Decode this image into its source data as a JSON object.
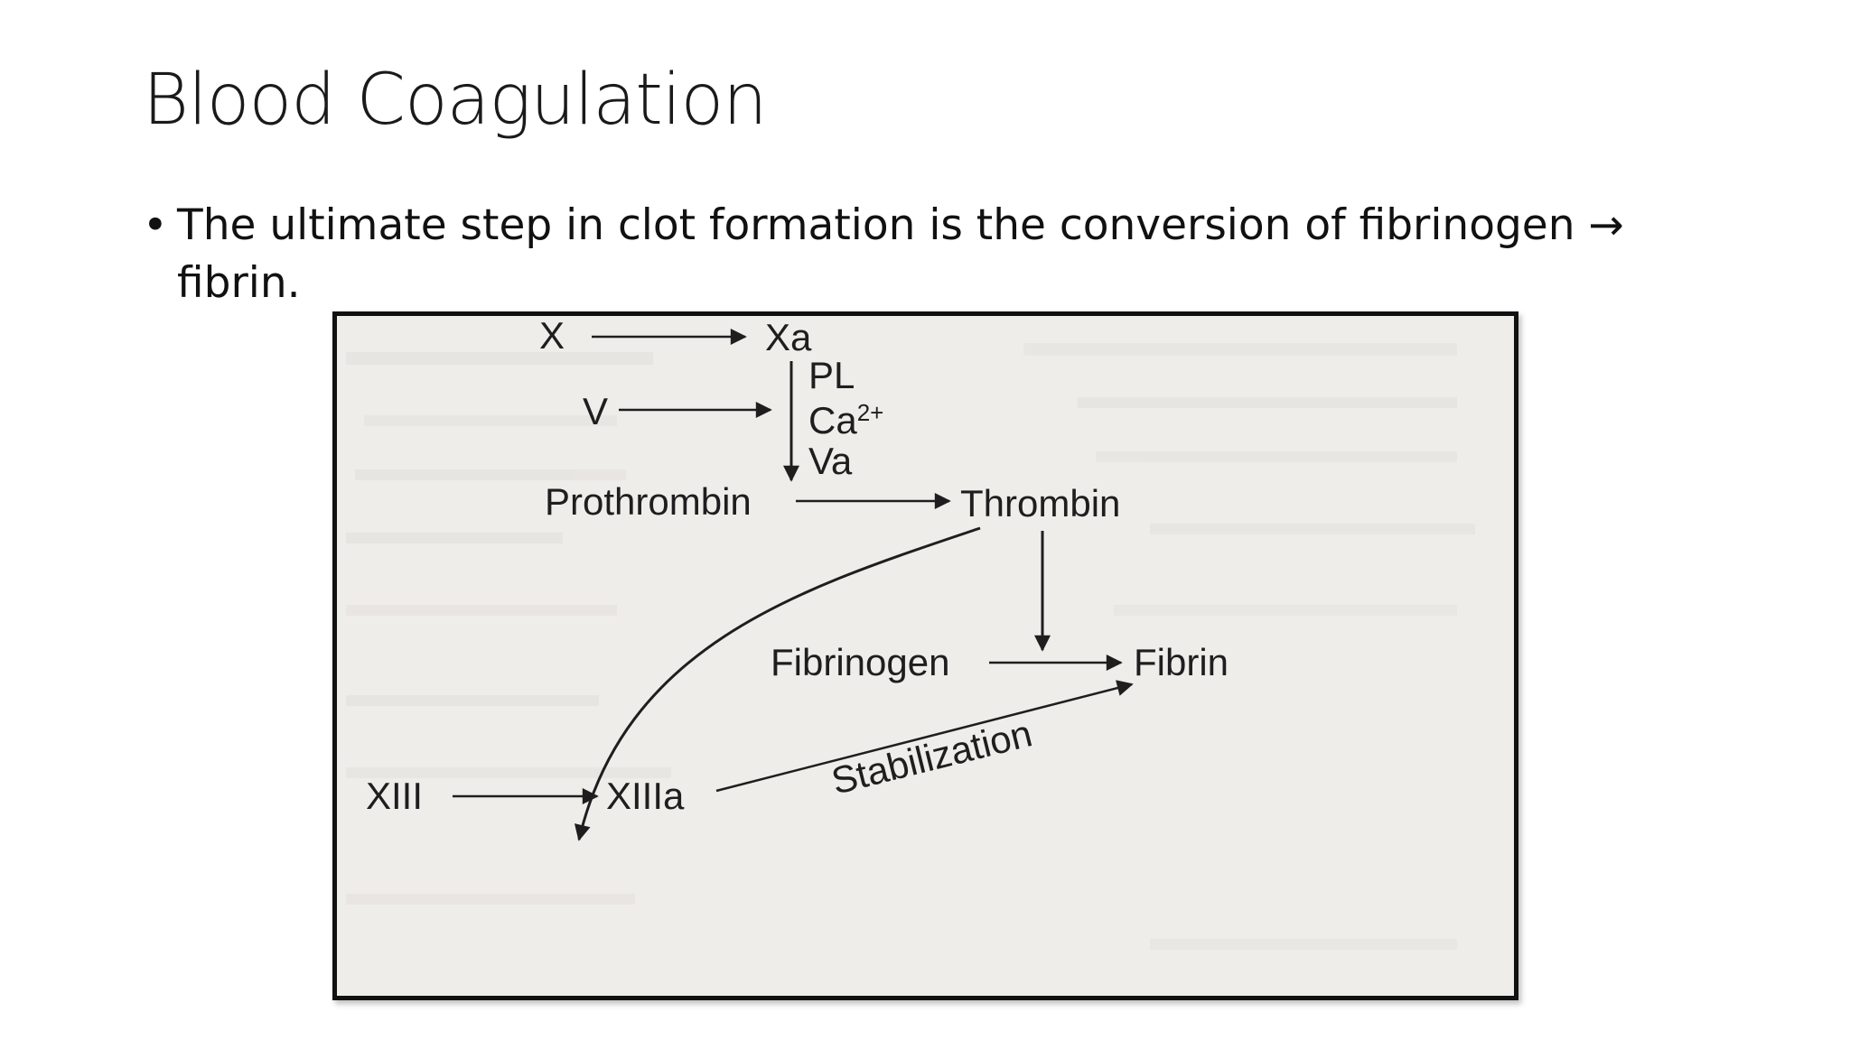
{
  "slide": {
    "title": "Blood Coagulation",
    "bullet": {
      "symbol": "•",
      "text": "The ultimate step in clot formation is the conversion of fibrinogen → fibrin."
    }
  },
  "diagram": {
    "nodes": {
      "x": "X",
      "xa": "Xa",
      "v": "V",
      "pl": "PL",
      "ca_base": "Ca",
      "ca_sup": "2+",
      "va": "Va",
      "prothrombin": "Prothrombin",
      "thrombin": "Thrombin",
      "fibrinogen": "Fibrinogen",
      "fibrin": "Fibrin",
      "xiii": "XIII",
      "xiiia": "XIIIa",
      "stabilization": "Stabilization"
    }
  },
  "colors": {
    "background": "#ffffff",
    "figure_background": "#efedea",
    "ink": "#1e1e1e"
  }
}
